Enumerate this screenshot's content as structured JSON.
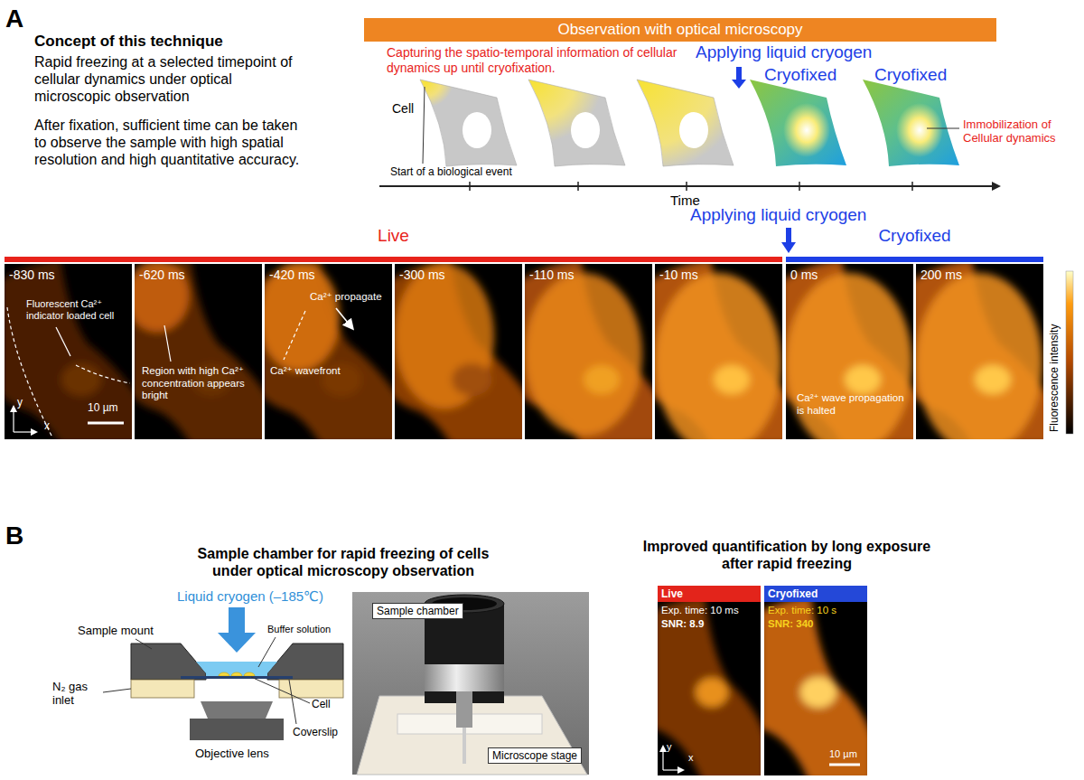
{
  "diagram": {
    "nodes": [
      {
        "text": [
          "Observation with optical microscopy"
        ]
      },
      {
        "text": [
          "Live"
        ]
      },
      {
        "text": [
          "Cryofixed"
        ]
      },
      {
        "text": [
          "-830 ms",
          "Fluorescent Ca²⁺ indicator loaded cell",
          "10 µm",
          "y",
          "x"
        ]
      },
      {
        "text": [
          "-620 ms",
          "Region with high Ca²⁺ concentration appears bright"
        ]
      },
      {
        "text": [
          "-420 ms",
          "Ca²⁺ propagate",
          "Ca²⁺ wavefront"
        ]
      },
      {
        "text": [
          "-300 ms"
        ]
      },
      {
        "text": [
          "-110 ms"
        ]
      },
      {
        "text": [
          "-10 ms"
        ]
      },
      {
        "text": [
          "0 ms",
          "Ca²⁺ wave propagation is halted"
        ]
      },
      {
        "text": [
          "200 ms"
        ]
      },
      {
        "text": [
          "Sample chamber",
          "Microscope stage"
        ]
      },
      {
        "text": [
          "Live",
          "Exp. time: 10 ms",
          "SNR: 8.9",
          "y",
          "x"
        ]
      },
      {
        "text": [
          "Cryofixed",
          "Exp. time: 10 s",
          "SNR: 340",
          "10 µm"
        ]
      }
    ],
    "labels": [
      "A",
      "Concept of this technique",
      "Rapid freezing at a selected timepoint of cellular dynamics under optical microscopic observation",
      "After fixation, sufficient time can be taken to observe the sample with high spatial resolution and high quantitative accuracy.",
      "Capturing the spatio-temporal information of cellular dynamics up until cryofixation.",
      "Applying liquid cryogen",
      "Cryofixed",
      "Cryofixed",
      "Cell",
      "Start of a biological event",
      "Immobilization of Cellular dynamics",
      "Time",
      "Applying liquid cryogen",
      "Fluorescence intensity",
      "B",
      "Sample chamber for rapid freezing of cells under optical microscopy observation",
      "Liquid cryogen (–185℃)",
      "Sample mount",
      "Buffer solution",
      "Cell",
      "N₂ gas inlet",
      "Coverslip",
      "Objective lens",
      "Improved quantification by long exposure after rapid freezing"
    ]
  }
}
